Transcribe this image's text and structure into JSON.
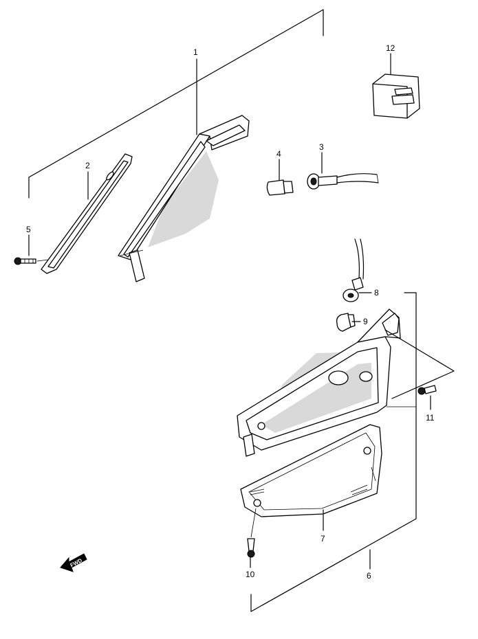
{
  "callouts": {
    "c1": "1",
    "c2": "2",
    "c3": "3",
    "c4": "4",
    "c5": "5",
    "c6": "6",
    "c7": "7",
    "c8": "8",
    "c9": "9",
    "c10": "10",
    "c11": "11",
    "c12": "12"
  },
  "fwd_label": "FWD"
}
